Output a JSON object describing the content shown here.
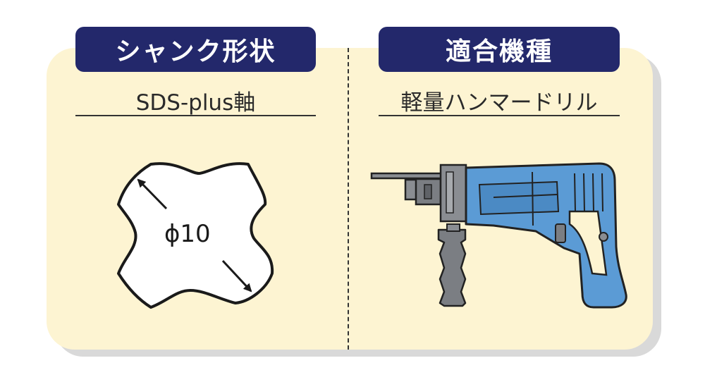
{
  "shank": {
    "header": "シャンク形状",
    "type_label": "SDS-plus軸",
    "diameter_label": "ϕ10"
  },
  "compat": {
    "header": "適合機種",
    "type_label": "軽量ハンマードリル"
  },
  "colors": {
    "header_bg": "#23286b",
    "card_bg": "#fdf4d2",
    "drill_body": "#5b9bd5",
    "drill_gray": "#8a8d92"
  },
  "icons": [
    "sds-plus-cross-section-icon",
    "hammer-drill-icon"
  ]
}
